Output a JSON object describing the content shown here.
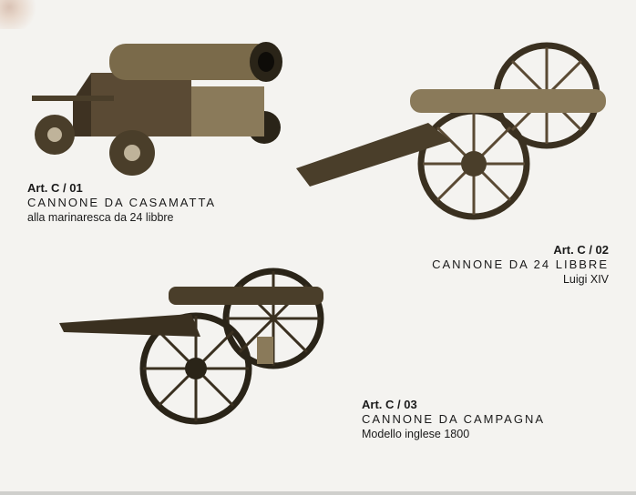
{
  "items": [
    {
      "art": "Art. C / 01",
      "title": "CANNONE DA CASAMATTA",
      "subtitle": "alla marinaresca da 24 libbre",
      "image": "casemate-cannon-illustration"
    },
    {
      "art": "Art. C / 02",
      "title": "CANNONE DA 24 LIBBRE",
      "subtitle": "Luigi XIV",
      "image": "louis-xiv-cannon-illustration"
    },
    {
      "art": "Art. C / 03",
      "title": "CANNONE DA CAMPAGNA",
      "subtitle": "Modello inglese 1800",
      "image": "field-cannon-illustration"
    }
  ]
}
